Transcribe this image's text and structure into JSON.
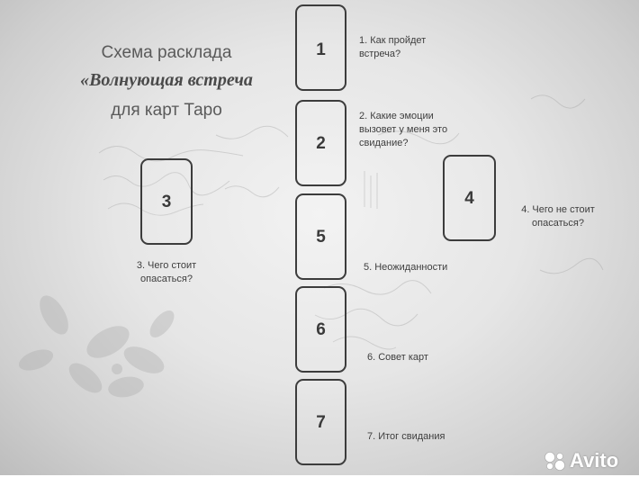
{
  "title": {
    "line1": "Схема расклада",
    "line2": "«Волнующая встреча",
    "line3": "для карт Таро"
  },
  "cards": [
    {
      "number": "1",
      "label_lines": [
        "1. Как пройдет",
        "встреча?"
      ]
    },
    {
      "number": "2",
      "label_lines": [
        "2. Какие эмоции",
        "вызовет у меня это",
        "свидание?"
      ]
    },
    {
      "number": "3",
      "label_lines": [
        "3. Чего стоит",
        "опасаться?"
      ]
    },
    {
      "number": "4",
      "label_lines": [
        "4. Чего не стоит",
        "опасаться?"
      ]
    },
    {
      "number": "5",
      "label_lines": [
        "5. Неожиданности"
      ]
    },
    {
      "number": "6",
      "label_lines": [
        "6. Совет карт"
      ]
    },
    {
      "number": "7",
      "label_lines": [
        "7. Итог свидания"
      ]
    }
  ],
  "watermark": {
    "text": "Avito",
    "icon": "avito-logo-icon"
  },
  "colors": {
    "card_border": "#3c3c3c",
    "text": "#3e3e3e",
    "background": "#e6e6e6"
  }
}
